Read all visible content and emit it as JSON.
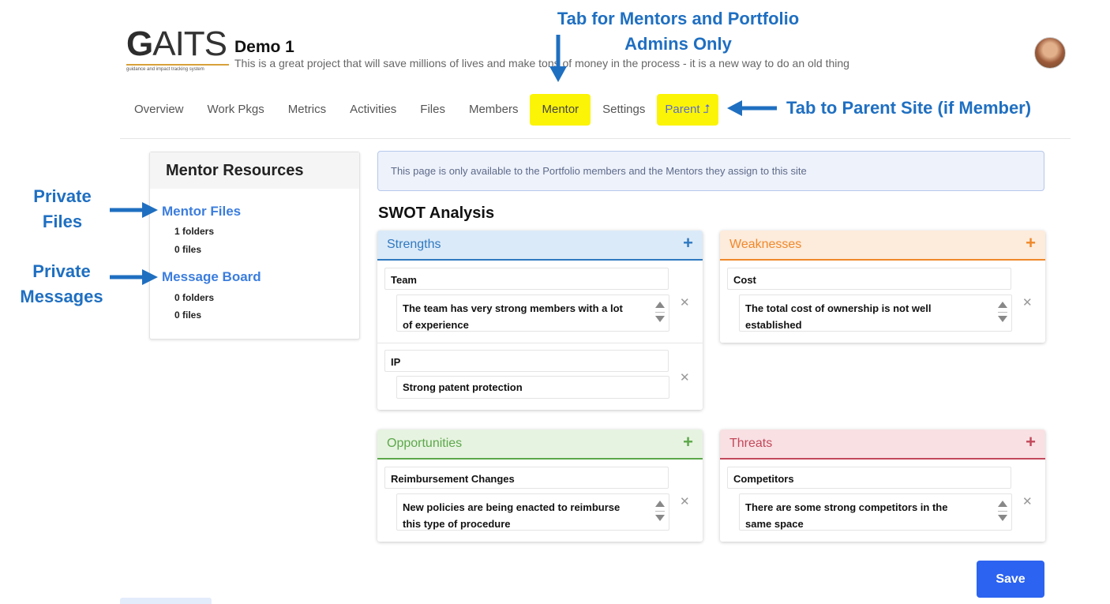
{
  "header": {
    "logo_letter": "G",
    "logo_rest": "AITS",
    "logo_tagline": "guidance and impact tracking system",
    "project_title": "Demo 1",
    "project_description": "This is a great project that will save millions of lives and make tons of money in the process - it is a new way to do an old thing"
  },
  "tabs": [
    {
      "label": "Overview"
    },
    {
      "label": "Work Pkgs"
    },
    {
      "label": "Metrics"
    },
    {
      "label": "Activities"
    },
    {
      "label": "Files"
    },
    {
      "label": "Members"
    },
    {
      "label": "Mentor",
      "highlighted": true
    },
    {
      "label": "Settings"
    },
    {
      "label": "Parent ⮥",
      "highlighted": true
    }
  ],
  "sidebar": {
    "title": "Mentor Resources",
    "resources": [
      {
        "label": "Mentor Files",
        "folders": "1 folders",
        "files": "0 files"
      },
      {
        "label": "Message Board",
        "folders": "0 folders",
        "files": "0 files"
      }
    ]
  },
  "alert": {
    "text": "This page is only available to the Portfolio members and the Mentors they assign to this site"
  },
  "swot": {
    "title": "SWOT Analysis",
    "strengths": {
      "title": "Strengths",
      "color": "#2f79c1",
      "bg": "#dbeaf8",
      "items": [
        {
          "name": "Team",
          "text": "The team has very strong members with a lot of experience"
        },
        {
          "name": "IP",
          "text": "Strong patent protection"
        }
      ]
    },
    "weaknesses": {
      "title": "Weaknesses",
      "color": "#f0882a",
      "bg": "#fdebdb",
      "items": [
        {
          "name": "Cost",
          "text": "The total cost of ownership is not well established"
        }
      ]
    },
    "opportunities": {
      "title": "Opportunities",
      "color": "#5ba84a",
      "bg": "#e7f3e1",
      "items": [
        {
          "name": "Reimbursement Changes",
          "text": "New policies are being enacted to reimburse this type of procedure"
        }
      ]
    },
    "threats": {
      "title": "Threats",
      "color": "#c2485a",
      "bg": "#f8e0e3",
      "items": [
        {
          "name": "Competitors",
          "text": "There are some strong competitors in the same space"
        }
      ]
    },
    "add_symbol": "+",
    "remove_symbol": "✕"
  },
  "save_label": "Save",
  "annotations": {
    "mentor_tab": "Tab for Mentors and Portfolio Admins Only",
    "parent_tab": "Tab to  Parent Site (if Member)",
    "private_files": "Private Files",
    "private_messages": "Private Messages"
  },
  "colors": {
    "highlight": "#fbf406",
    "annotation": "#1f6fc1",
    "primary": "#2c63f0",
    "link": "#3b7ddd"
  }
}
